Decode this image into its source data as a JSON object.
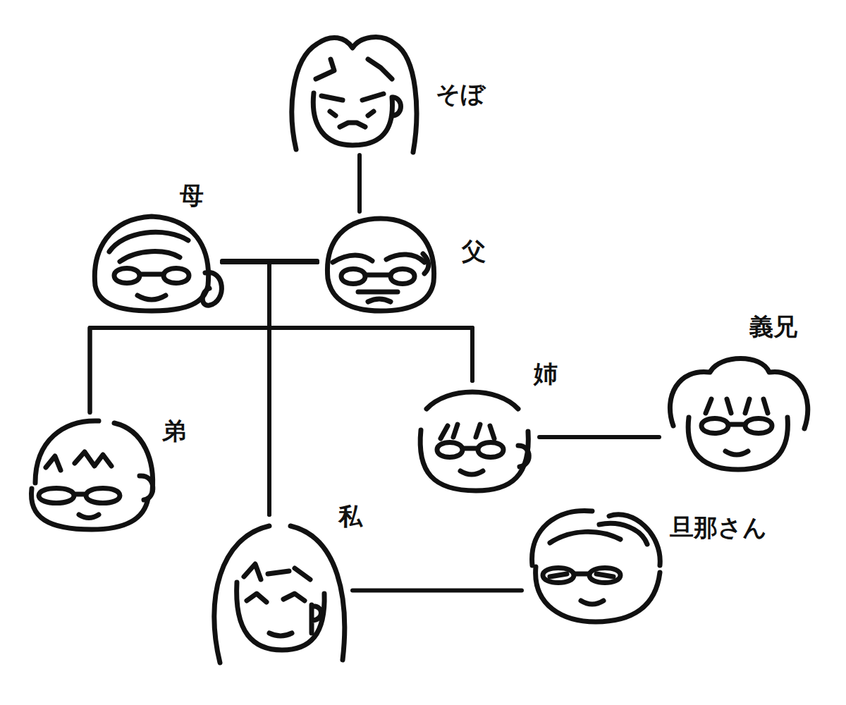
{
  "diagram": {
    "nodes": [
      {
        "text": [
          "そぼ"
        ]
      },
      {
        "text": [
          "母"
        ]
      },
      {
        "text": [
          "父"
        ]
      },
      {
        "text": [
          "弟"
        ]
      },
      {
        "text": [
          "姉"
        ]
      },
      {
        "text": [
          "義兄"
        ]
      },
      {
        "text": [
          "私"
        ]
      },
      {
        "text": [
          "旦那さん"
        ]
      }
    ],
    "edges": [
      {
        "from": 0,
        "to": 2,
        "arrow": "none"
      },
      {
        "from": 1,
        "to": 2,
        "arrow": "none"
      },
      {
        "from": 1,
        "to": 3,
        "arrow": "none"
      },
      {
        "from": 1,
        "to": 6,
        "arrow": "none"
      },
      {
        "from": 1,
        "to": 4,
        "arrow": "none"
      },
      {
        "from": 2,
        "to": 3,
        "arrow": "none"
      },
      {
        "from": 2,
        "to": 6,
        "arrow": "none"
      },
      {
        "from": 2,
        "to": 4,
        "arrow": "none"
      },
      {
        "from": 4,
        "to": 5,
        "arrow": "none"
      },
      {
        "from": 6,
        "to": 7,
        "arrow": "none"
      }
    ]
  }
}
